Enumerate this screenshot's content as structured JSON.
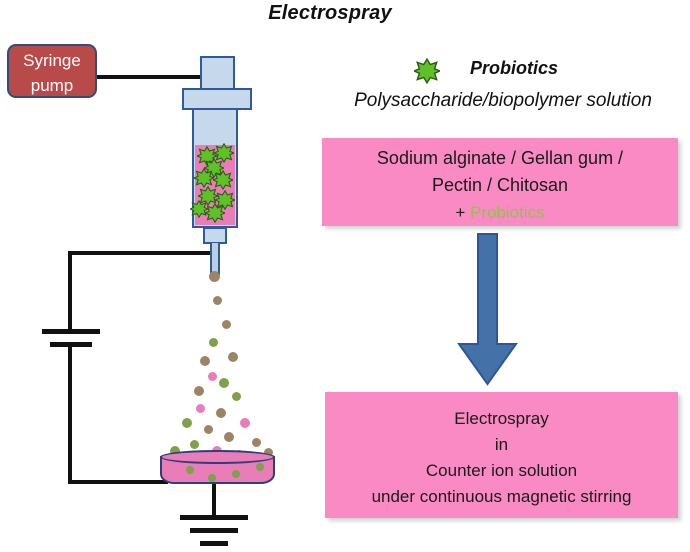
{
  "figure": {
    "title": "Electrospray",
    "domain": "process-diagram"
  },
  "apparatus": {
    "pump_label_line1": "Syringe",
    "pump_label_line2": "pump",
    "syringe_name": "syringe",
    "needle_name": "needle",
    "dish_name": "collection-dish",
    "battery_name": "high-voltage-power-supply",
    "ground_name": "earth-ground"
  },
  "legend": {
    "icon": "probiotic-star-icon",
    "label": "Probiotics",
    "icon_color": "#5ec127",
    "subtitle": "Polysaccharide/biopolymer solution"
  },
  "solution_box": {
    "line1": "Sodium alginate / Gellan gum /",
    "line2": "Pectin / Chitosan",
    "plus": "+ ",
    "probiotics": "Probiotics",
    "bg_color": "#f98ac3",
    "probiotics_color": "#8fc442"
  },
  "arrow": {
    "name": "down-arrow-icon",
    "direction": "down",
    "fill": "#4472a8",
    "stroke": "#2f5597"
  },
  "electrospray_box": {
    "line1": "Electrospray",
    "line2": "in",
    "line3": "Counter ion solution",
    "line4": "under continuous magnetic stirring",
    "bg_color": "#f98ac3"
  },
  "colors": {
    "pump_fill": "#b94a4a",
    "pump_border": "#2f4d7a",
    "syringe_fill": "#c5d8ec",
    "syringe_border": "#2f5b96",
    "solution_pink": "#e87db8",
    "droplet_brown": "#9d8464",
    "droplet_green": "#7fa14a",
    "wire_black": "#111111"
  }
}
